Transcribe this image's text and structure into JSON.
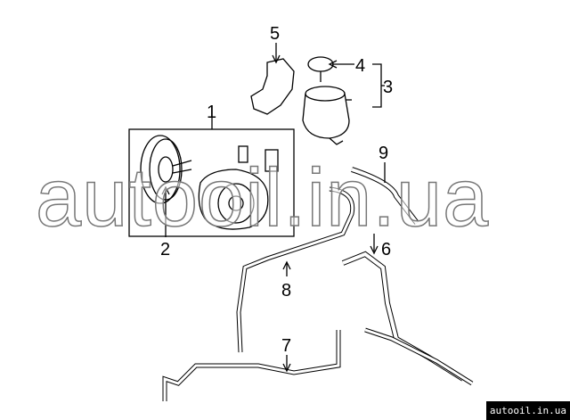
{
  "callouts": {
    "c1": "1",
    "c2": "2",
    "c3": "3",
    "c4": "4",
    "c5": "5",
    "c6": "6",
    "c7": "7",
    "c8": "8",
    "c9": "9"
  },
  "watermark": "autooil.in.ua",
  "footer_badge": "autooil.in.ua"
}
